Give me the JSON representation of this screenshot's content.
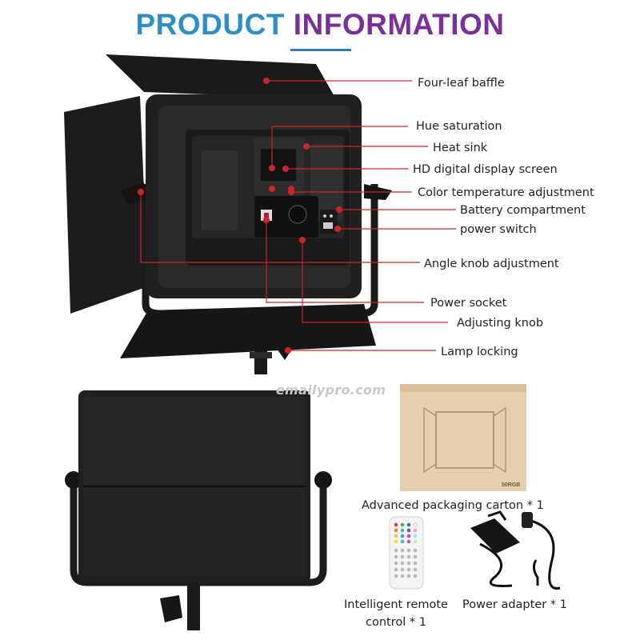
{
  "header": {
    "title_word1": "PRODUCT",
    "title_word2": "INFORMATION",
    "colors": {
      "word1": "#2f8fc4",
      "word2": "#7b2f9a",
      "underline": "#2a7fb0"
    }
  },
  "callouts": [
    "Four-leaf baffle",
    "Hue saturation",
    "Heat sink",
    "HD digital display screen",
    "Color temperature adjustment",
    "Battery compartment",
    "power switch",
    "Angle knob adjustment",
    "Power socket",
    "Adjusting knob",
    "Lamp locking"
  ],
  "callout_line_color": "#c9252b",
  "watermark": "emailypro.com",
  "box_label": "50RGB",
  "accessories": {
    "carton": "Advanced packaging carton * 1",
    "remote_line1": "Intelligent remote",
    "remote_line2": "control * 1",
    "adapter": "Power adapter * 1"
  },
  "icons": [
    "led-panel-back",
    "led-panel-front",
    "packaging-box",
    "remote-control",
    "power-adapter"
  ]
}
